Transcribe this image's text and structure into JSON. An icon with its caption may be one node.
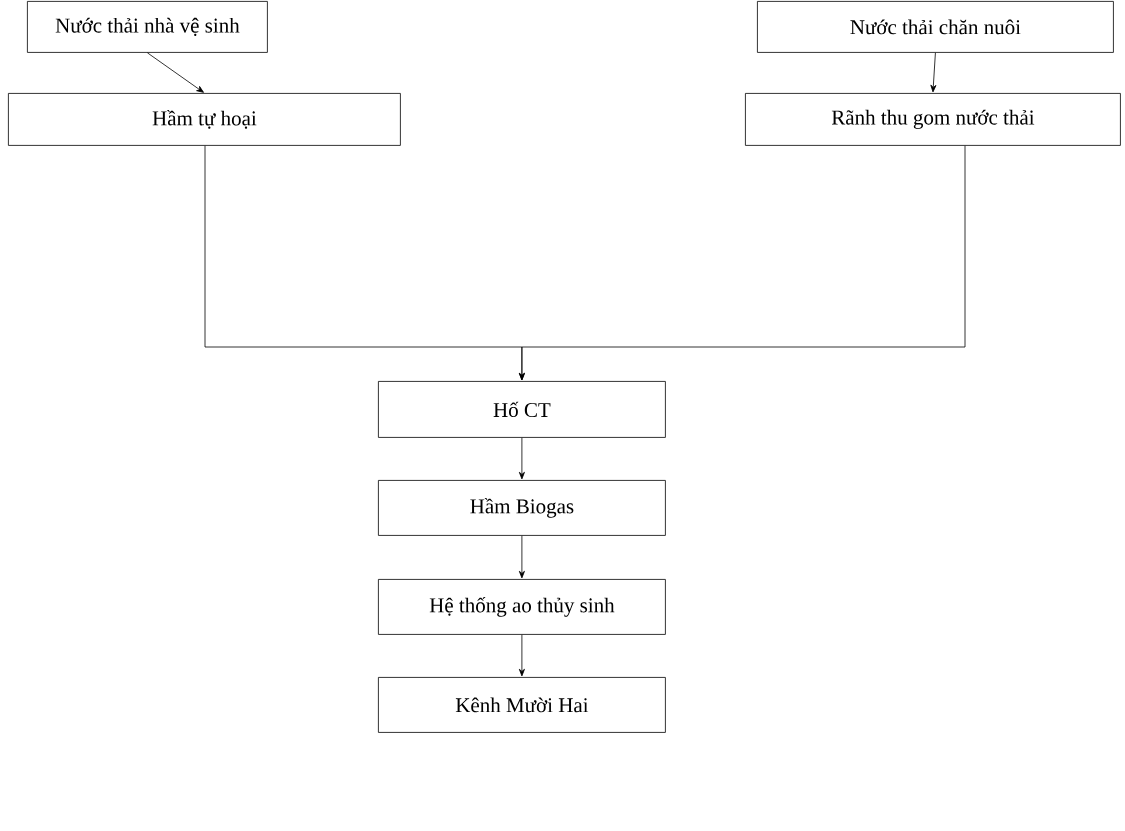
{
  "diagram": {
    "nodes": [
      {
        "text": [
          "Nước thải nhà vệ sinh"
        ]
      },
      {
        "text": [
          "Nước thải chăn nuôi"
        ]
      },
      {
        "text": [
          "Hầm tự hoại"
        ]
      },
      {
        "text": [
          "Rãnh thu gom nước thải"
        ]
      },
      {
        "text": [
          "Hố CT"
        ]
      },
      {
        "text": [
          "Hầm Biogas"
        ]
      },
      {
        "text": [
          "Hệ thống ao thủy sinh"
        ]
      },
      {
        "text": [
          "Kênh Mười Hai"
        ]
      }
    ],
    "edges": [
      {
        "from": 0,
        "to": 2,
        "arrow": "to"
      },
      {
        "from": 1,
        "to": 3,
        "arrow": "to"
      },
      {
        "from": 2,
        "to": 4,
        "arrow": "to"
      },
      {
        "from": 3,
        "to": 4,
        "arrow": "to"
      },
      {
        "from": 4,
        "to": 5,
        "arrow": "to"
      },
      {
        "from": 5,
        "to": 6,
        "arrow": "to"
      },
      {
        "from": 6,
        "to": 7,
        "arrow": "to"
      }
    ]
  }
}
